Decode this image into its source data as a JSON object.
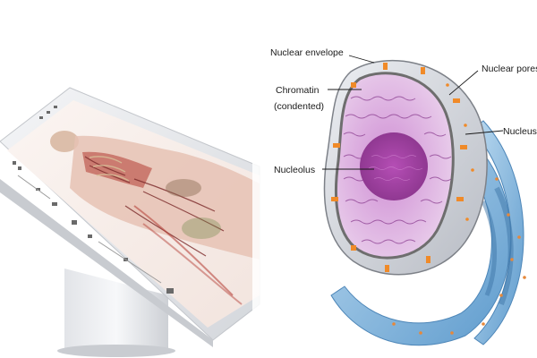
{
  "diagram": {
    "labels": {
      "nuclear_envelope": "Nuclear envelope",
      "chromatin": "Chromatin",
      "chromatin_note": "(condented)",
      "nucleolus": "Nucleolus",
      "nuclear_pores": "Nuclear pores",
      "nucleus": "Nucleus"
    }
  },
  "colors": {
    "envelope": "#8a8a8a",
    "nucleoplasm": "#d8a6dc",
    "nucleolus": "#9a3e9a",
    "pores": "#f08a28",
    "er": "#6aa6d6"
  }
}
